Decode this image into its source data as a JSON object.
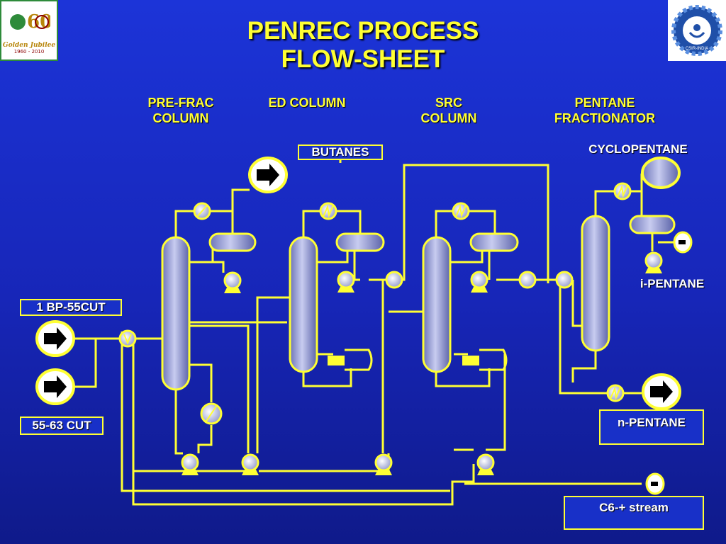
{
  "title": {
    "line1": "PENREC PROCESS",
    "line2": "FLOW-SHEET"
  },
  "columns": [
    {
      "line1": "PRE-FRAC",
      "line2": "COLUMN"
    },
    {
      "line1": "ED COLUMN",
      "line2": ""
    },
    {
      "line1": "SRC",
      "line2": "COLUMN"
    },
    {
      "line1": "PENTANE",
      "line2": "FRACTIONATOR"
    }
  ],
  "streams": {
    "feed1": "1 BP-55CUT",
    "feed2": "55-63 CUT",
    "butanes": "BUTANES",
    "cyclopentane": "CYCLOPENTANE",
    "ipentane": "i-PENTANE",
    "npentane": "n-PENTANE",
    "c6": "C6-+ stream"
  },
  "logos": {
    "left": {
      "text": "Golden Jubilee",
      "years": "1960 - 2010"
    },
    "right": {
      "text": "CSIR-INDIA"
    }
  },
  "colors": {
    "background": "#1c34d8",
    "line": "#ffff33",
    "vessel": "#8890c8",
    "label": "#ffff33"
  }
}
